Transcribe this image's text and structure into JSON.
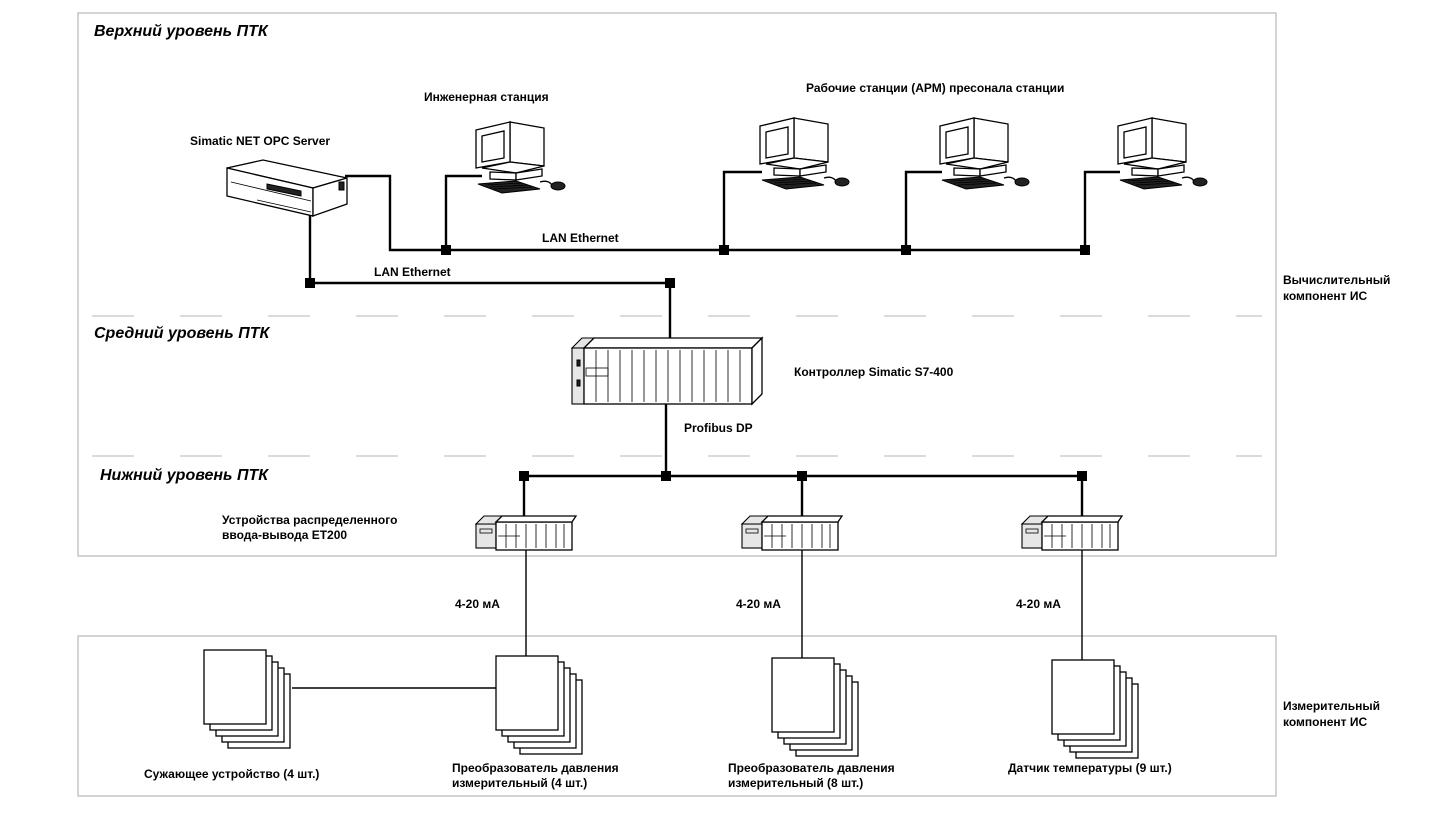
{
  "levels": {
    "upper": "Верхний уровень ПТК",
    "middle": "Средний уровень ПТК",
    "lower": "Нижний уровень ПТК"
  },
  "components": {
    "computing_line1": "Вычислительный",
    "computing_line2": "компонент ИС",
    "measuring_line1": "Измерительный",
    "measuring_line2": "компонент ИС"
  },
  "devices": {
    "opc_server": "Simatic NET OPC Server",
    "engineering_station": "Инженерная станция",
    "workstations": "Рабочие станции (АРМ) пресонала станции",
    "controller": "Контроллер Simatic S7-400",
    "et200_line1": "Устройства распределенного",
    "et200_line2": "ввода-вывода ET200"
  },
  "networks": {
    "lan_top": "LAN Ethernet",
    "lan_mid": "LAN Ethernet",
    "profibus": "Profibus DP"
  },
  "signals": {
    "s1": "4-20 мА",
    "s2": "4-20 мА",
    "s3": "4-20 мА"
  },
  "instruments": {
    "orifice": "Сужающее устройство (4 шт.)",
    "pressure1_line1": "Преобразователь давления",
    "pressure1_line2": "измерительный (4 шт.)",
    "pressure2_line1": "Преобразователь давления",
    "pressure2_line2": "измерительный  (8 шт.)",
    "temperature": "Датчик температуры (9 шт.)"
  },
  "icons": {
    "server": "server-icon",
    "workstation": "workstation-icon",
    "plc": "plc-rack-icon",
    "io": "io-module-icon",
    "instrument": "instrument-stack-icon"
  }
}
